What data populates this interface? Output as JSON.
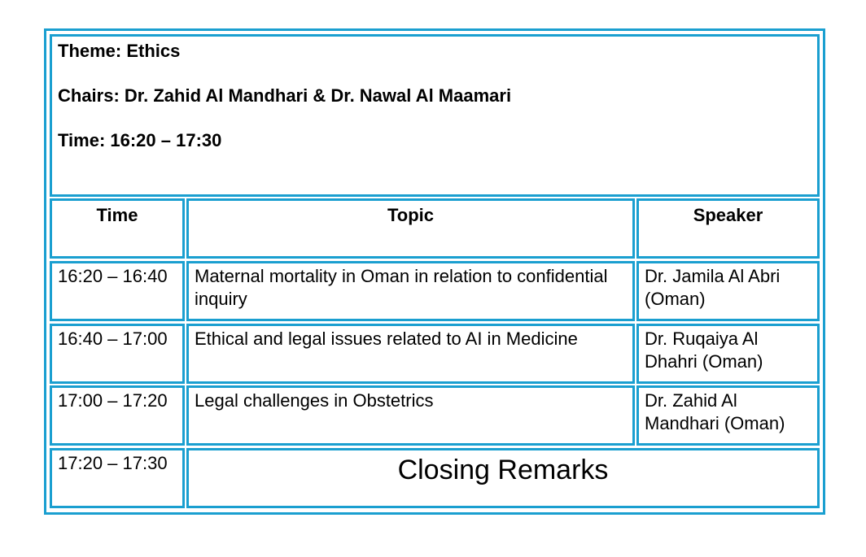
{
  "header": {
    "theme": "Theme: Ethics",
    "chairs": "Chairs: Dr. Zahid Al Mandhari & Dr. Nawal Al Maamari",
    "time": "Time: 16:20 – 17:30"
  },
  "columns": [
    "Time",
    "Topic",
    "Speaker"
  ],
  "rows": [
    {
      "time": "16:20 – 16:40",
      "topic": "Maternal mortality in Oman in relation to confidential inquiry",
      "speaker": "Dr. Jamila Al Abri (Oman)"
    },
    {
      "time": "16:40 – 17:00",
      "topic": "Ethical and legal issues related to AI in Medicine",
      "speaker": "Dr. Ruqaiya Al Dhahri (Oman)"
    },
    {
      "time": "17:00 – 17:20",
      "topic": "Legal challenges in Obstetrics",
      "speaker": "Dr. Zahid Al Mandhari (Oman)"
    }
  ],
  "closing": {
    "time": "17:20 – 17:30",
    "label": "Closing Remarks"
  },
  "colors": {
    "border": "#1a9fd0"
  }
}
